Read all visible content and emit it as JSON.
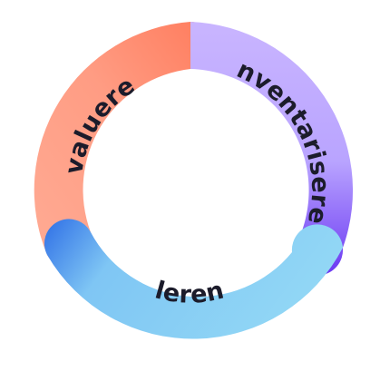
{
  "diagram": {
    "segments": [
      {
        "key": "evaluate",
        "label": "evalueren",
        "color_start": "#ffab94",
        "color_end": "#ff7b5c"
      },
      {
        "key": "inventory",
        "label": "inventariseren",
        "color_start": "#c9b5ff",
        "color_end": "#6a37f2"
      },
      {
        "key": "learn",
        "label": "leren",
        "color_start": "#2f6fe6",
        "color_end": "#92d7f5"
      }
    ],
    "center_color": "#ffffff"
  }
}
